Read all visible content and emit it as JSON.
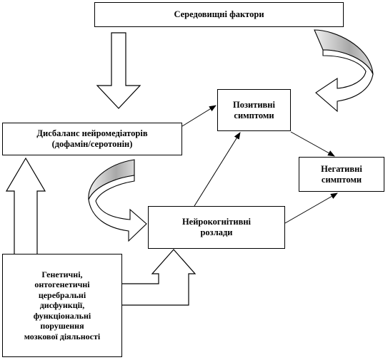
{
  "diagram": {
    "environment": "Середовищні фактори",
    "positive": [
      "Позитивні",
      "симптоми"
    ],
    "imbalance": [
      "Дисбаланс нейромедіаторів",
      "(дофамін/серотонін)"
    ],
    "negative": [
      "Негативні",
      "симптоми"
    ],
    "cognitive": [
      "Нейрокогнітивні",
      "розлади"
    ],
    "genetic": [
      "Генетичні,",
      "онтогенетичні",
      "церебральні",
      "дисфункції,",
      "функціональні",
      "порушення",
      "мозкової діяльності"
    ]
  },
  "colors": {
    "stroke": "#000000",
    "curved_arrow_fill": "#c8c8c8",
    "background": "#ffffff"
  }
}
